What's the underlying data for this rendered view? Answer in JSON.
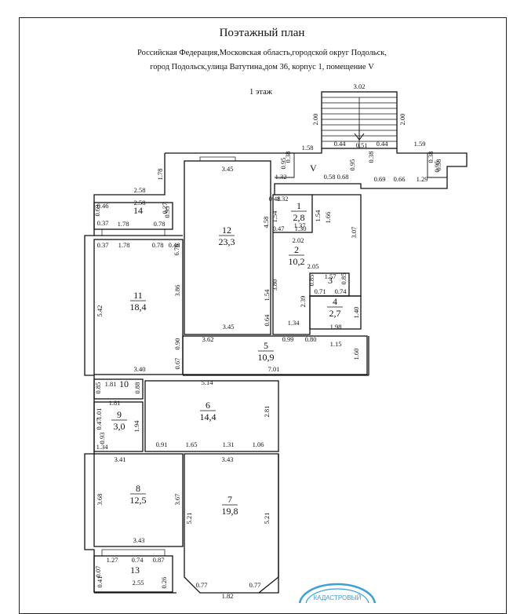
{
  "title": "Поэтажный план",
  "address_line1": "Российская Федерация,Московская область,городской округ Подольск,",
  "address_line2": "город Подольск,улица Ватутина,дом 36, корпус 1, помещение V",
  "floor_label": "1 этаж",
  "entrance_mark": "V",
  "rooms": [
    {
      "num": "1",
      "area": "2,8"
    },
    {
      "num": "2",
      "area": "10,2"
    },
    {
      "num": "3",
      "area": ""
    },
    {
      "num": "4",
      "area": "2,7"
    },
    {
      "num": "5",
      "area": "10,9"
    },
    {
      "num": "6",
      "area": "14,4"
    },
    {
      "num": "7",
      "area": "19,8"
    },
    {
      "num": "8",
      "area": "12,5"
    },
    {
      "num": "9",
      "area": "3,0"
    },
    {
      "num": "10",
      "area": ""
    },
    {
      "num": "11",
      "area": "18,4"
    },
    {
      "num": "12",
      "area": "23,3"
    },
    {
      "num": "13",
      "area": ""
    },
    {
      "num": "14",
      "area": ""
    }
  ],
  "dims": [
    "3.02",
    "2.00",
    "2.00",
    "1.58",
    "0.44",
    "0.51",
    "0.44",
    "1.59",
    "0.38",
    "0.38",
    "0.38",
    "0.38",
    "0.95",
    "0.95",
    "0.95",
    "1.78",
    "3.45",
    "2.58",
    "2.58",
    "1.32",
    "1.32",
    "0.58",
    "0.68",
    "0.69",
    "0.66",
    "1.29",
    "0.48",
    "0.46",
    "0.37",
    "1.78",
    "0.78",
    "0.27",
    "0.95",
    "0.69",
    "1.54",
    "1.66",
    "1.54",
    "1.37",
    "0.47",
    "1.30",
    "4.58",
    "6.76",
    "0.37",
    "1.78",
    "0.78",
    "0.48",
    "2.02",
    "3.07",
    "2.05",
    "1.57",
    "0.85",
    "0.85",
    "0.71",
    "0.74",
    "5.42",
    "3.86",
    "3.80",
    "1.54",
    "2.39",
    "1.40",
    "0.64",
    "1.34",
    "1.98",
    "3.45",
    "3.62",
    "0.99",
    "0.80",
    "1.15",
    "0.90",
    "1.60",
    "0.67",
    "3.40",
    "7.01",
    "0.85",
    "1.81",
    "0.88",
    "5.14",
    "1.81",
    "2.81",
    "1.01",
    "0.47",
    "1.94",
    "0.93",
    "1.34",
    "0.91",
    "1.65",
    "1.31",
    "1.06",
    "3.41",
    "3.43",
    "3.68",
    "3.67",
    "5.21",
    "5.21",
    "3.43",
    "1.27",
    "0.74",
    "0.87",
    "0.07",
    "0.41",
    "2.55",
    "0.26",
    "0.77",
    "1.82",
    "0.77"
  ],
  "stamp_text": "КАДАСТРОВЫЙ"
}
